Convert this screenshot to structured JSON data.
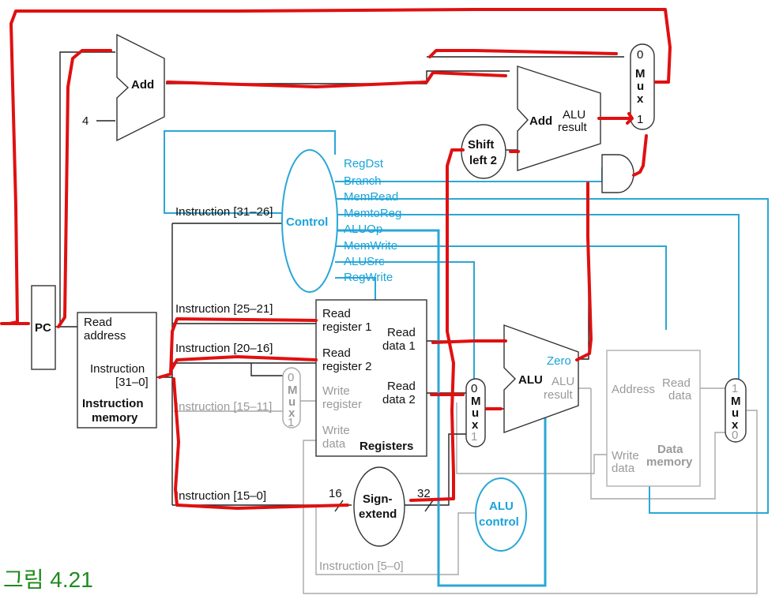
{
  "caption": "그림 4.21",
  "units": {
    "pc": "PC",
    "adder_pc": "Add",
    "const_four": "4",
    "adder_branch": "Add",
    "adder_branch_result_1": "ALU",
    "adder_branch_result_2": "result",
    "shift_1": "Shift",
    "shift_2": "left 2",
    "control": "Control",
    "imem_read_1": "Read",
    "imem_read_2": "address",
    "imem_instr_1": "Instruction",
    "imem_instr_2": "[31–0]",
    "imem_name_1": "Instruction",
    "imem_name_2": "memory",
    "reg_rr1_1": "Read",
    "reg_rr1_2": "register 1",
    "reg_rr2_1": "Read",
    "reg_rr2_2": "register 2",
    "reg_wr_1": "Write",
    "reg_wr_2": "register",
    "reg_wd_1": "Write",
    "reg_wd_2": "data",
    "reg_rd1_1": "Read",
    "reg_rd1_2": "data 1",
    "reg_rd2_1": "Read",
    "reg_rd2_2": "data 2",
    "reg_name": "Registers",
    "sign_1": "Sign-",
    "sign_2": "extend",
    "bits_16": "16",
    "bits_32": "32",
    "alu": "ALU",
    "alu_zero": "Zero",
    "alu_result_1": "ALU",
    "alu_result_2": "result",
    "alu_control_1": "ALU",
    "alu_control_2": "control",
    "dmem_addr": "Address",
    "dmem_read_1": "Read",
    "dmem_read_2": "data",
    "dmem_write_1": "Write",
    "dmem_write_2": "data",
    "dmem_name_1": "Data",
    "dmem_name_2": "memory"
  },
  "mux": {
    "letters": [
      "M",
      "u",
      "x"
    ],
    "zero": "0",
    "one": "1"
  },
  "instruction_fields": {
    "f31_26": "Instruction [31–26]",
    "f25_21": "Instruction [25–21]",
    "f20_16": "Instruction [20–16]",
    "f15_11": "Instruction [15–11]",
    "f15_0": "Instruction [15–0]",
    "f5_0": "Instruction [5–0]"
  },
  "control_signals": [
    "RegDst",
    "Branch",
    "MemRead",
    "MemtoReg",
    "ALUOp",
    "MemWrite",
    "ALUSrc",
    "RegWrite"
  ],
  "colors": {
    "control": "#2aa7d6",
    "highlight": "#e01010",
    "datapath": "#222222",
    "inactive": "#a8a8a8",
    "caption": "#1e8a1e"
  }
}
